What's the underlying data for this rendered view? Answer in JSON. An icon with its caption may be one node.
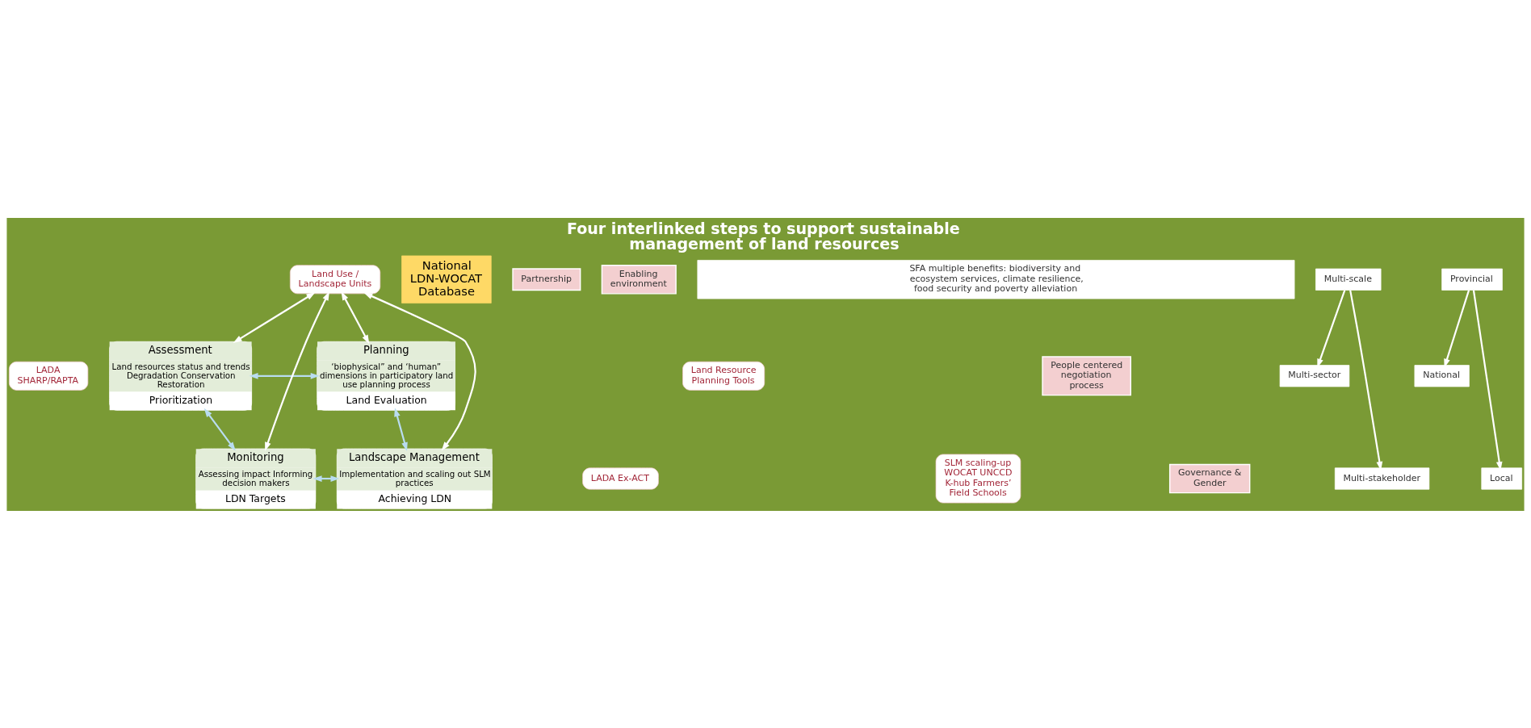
{
  "diagram": {
    "title": "Four interlinked steps to support sustainable management of land resources",
    "nodes": [
      {
        "text": [
          "LADA SHARP/RAPTA"
        ]
      },
      {
        "text": [
          "Assessment",
          "Land resources status and trends Degradation Conservation Restoration",
          "Prioritization"
        ]
      },
      {
        "text": [
          "Land Resource Planning Tools"
        ]
      },
      {
        "text": [
          "Planning",
          "‘biophysical” and ‘human” dimensions in participatory land use planning process",
          "Land Evaluation"
        ]
      },
      {
        "text": [
          "People centered negotiation process"
        ]
      },
      {
        "text": [
          "National LDN-WOCAT Database"
        ]
      },
      {
        "text": [
          "Partnership"
        ]
      },
      {
        "text": [
          "Land Use / Landscape Units"
        ]
      },
      {
        "text": [
          "Enabling environment"
        ]
      },
      {
        "text": [
          "LADA Ex-ACT"
        ]
      },
      {
        "text": [
          "SLM scaling-up WOCAT UNCCD K-hub Farmers’ Field Schools"
        ]
      },
      {
        "text": [
          "Monitoring",
          "Assessing impact Informing decision makers",
          "LDN Targets"
        ]
      },
      {
        "text": [
          "Governance & Gender"
        ]
      },
      {
        "text": [
          "Landscape Management",
          "Implementation and scaling out SLM practices",
          "Achieving LDN"
        ]
      },
      {
        "text": [
          "SFA multiple benefits: biodiversity and ecosystem services, climate resilience, food security and poverty alleviation"
        ]
      },
      {
        "text": [
          "Multi-sector"
        ]
      },
      {
        "text": [
          "Multi-scale"
        ]
      },
      {
        "text": [
          "Multi-stakeholder"
        ]
      },
      {
        "text": [
          "National"
        ]
      },
      {
        "text": [
          "Provincial"
        ]
      },
      {
        "text": [
          "Local"
        ]
      }
    ],
    "edges": [
      {
        "from": 1,
        "to": 3,
        "arrow": "both",
        "color": "#b9dcf0"
      },
      {
        "from": 3,
        "to": 13,
        "arrow": "both",
        "color": "#b9dcf0"
      },
      {
        "from": 11,
        "to": 13,
        "arrow": "both",
        "color": "#b9dcf0"
      },
      {
        "from": 1,
        "to": 11,
        "arrow": "both",
        "color": "#b9dcf0"
      },
      {
        "from": 7,
        "to": 1,
        "arrow": "both"
      },
      {
        "from": 7,
        "to": 3,
        "arrow": "both"
      },
      {
        "from": 7,
        "to": 11,
        "arrow": "both"
      },
      {
        "from": 7,
        "to": 13,
        "arrow": "both"
      },
      {
        "from": 16,
        "to": 15,
        "arrow": "to"
      },
      {
        "from": 16,
        "to": 17,
        "arrow": "to"
      },
      {
        "from": 19,
        "to": 18,
        "arrow": "to"
      },
      {
        "from": 19,
        "to": 20,
        "arrow": "to"
      }
    ]
  }
}
